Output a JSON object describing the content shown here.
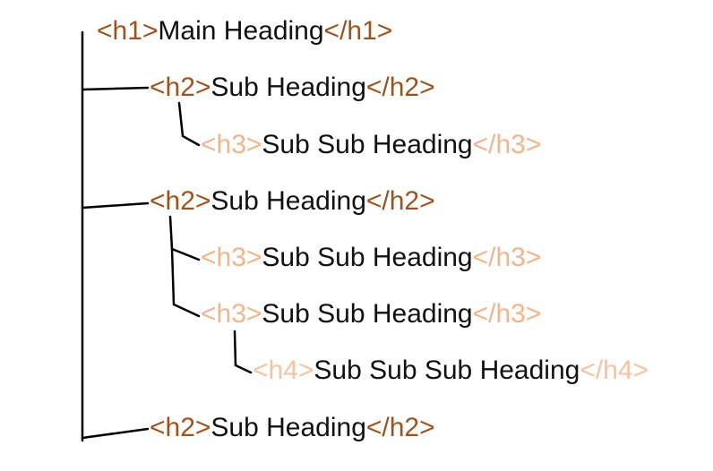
{
  "colors": {
    "h1": "#a0521c",
    "h2": "#a0521c",
    "h3": "#f2b48c",
    "h4": "#f5c3a0",
    "text": "#111111",
    "lines": "#000000"
  },
  "rows": [
    {
      "level": "h1",
      "open": "<h1>",
      "text": "Main Heading",
      "close": "</h1>"
    },
    {
      "level": "h2",
      "open": "<h2>",
      "text": "Sub Heading",
      "close": "</h2>"
    },
    {
      "level": "h3",
      "open": "<h3>",
      "text": "Sub Sub Heading",
      "close": "</h3>"
    },
    {
      "level": "h2",
      "open": "<h2>",
      "text": "Sub Heading",
      "close": "</h2>"
    },
    {
      "level": "h3",
      "open": "<h3>",
      "text": "Sub Sub Heading",
      "close": "</h3>"
    },
    {
      "level": "h3",
      "open": "<h3>",
      "text": "Sub Sub Heading",
      "close": "</h3>"
    },
    {
      "level": "h4",
      "open": "<h4>",
      "text": "Sub Sub Sub Heading",
      "close": "</h4>"
    },
    {
      "level": "h2",
      "open": "<h2>",
      "text": "Sub Heading",
      "close": "</h2>"
    }
  ]
}
